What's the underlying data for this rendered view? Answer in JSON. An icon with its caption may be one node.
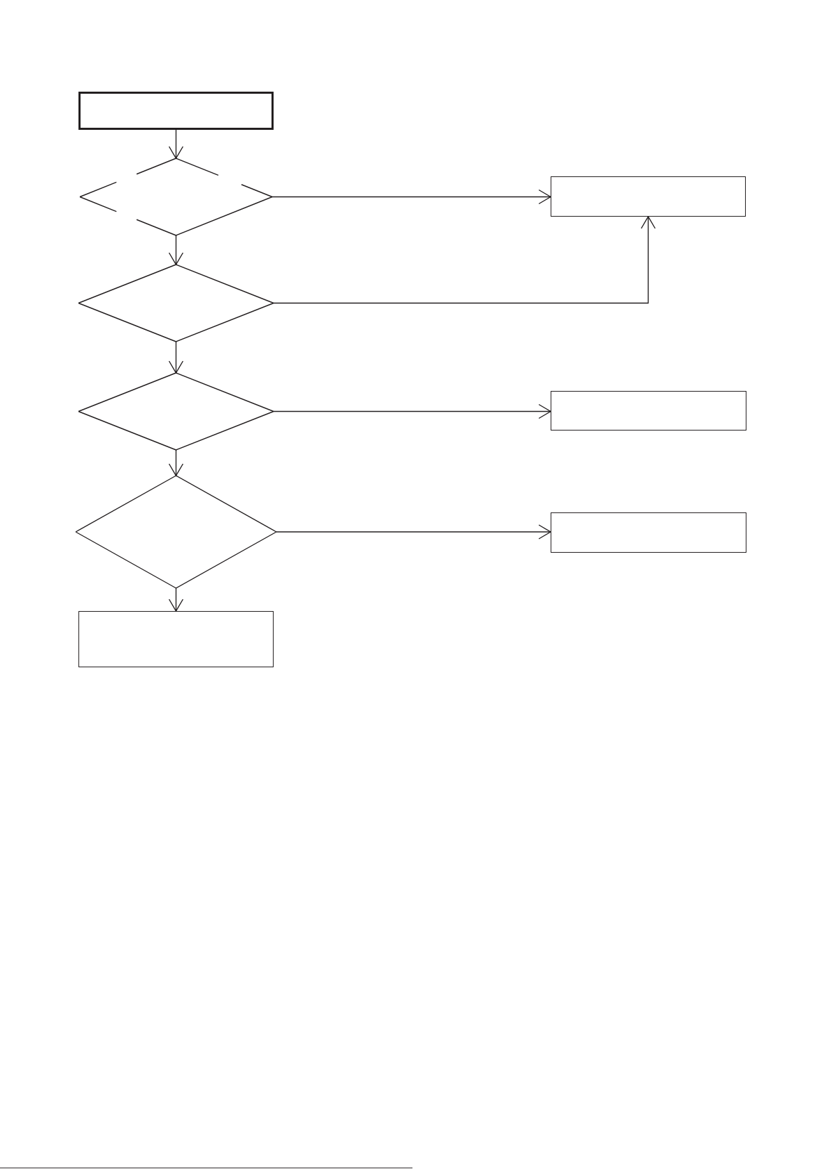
{
  "diagram": {
    "nodes": [
      {
        "text": [],
        "shape": "box"
      },
      {
        "text": [],
        "shape": "diamond"
      },
      {
        "text": [],
        "shape": "box"
      },
      {
        "text": [],
        "shape": "diamond"
      },
      {
        "text": [],
        "shape": "diamond"
      },
      {
        "text": [],
        "shape": "box"
      },
      {
        "text": [],
        "shape": "diamond"
      },
      {
        "text": [],
        "shape": "box"
      },
      {
        "text": [],
        "shape": "box"
      }
    ],
    "edges": [
      {
        "from": 0,
        "to": 1,
        "arrow": "to"
      },
      {
        "from": 1,
        "to": 2,
        "arrow": "to"
      },
      {
        "from": 1,
        "to": 3,
        "arrow": "to"
      },
      {
        "from": 3,
        "to": 2,
        "arrow": "to"
      },
      {
        "from": 3,
        "to": 4,
        "arrow": "to"
      },
      {
        "from": 4,
        "to": 5,
        "arrow": "to"
      },
      {
        "from": 4,
        "to": 6,
        "arrow": "to"
      },
      {
        "from": 6,
        "to": 7,
        "arrow": "to"
      },
      {
        "from": 6,
        "to": 8,
        "arrow": "to"
      }
    ]
  }
}
